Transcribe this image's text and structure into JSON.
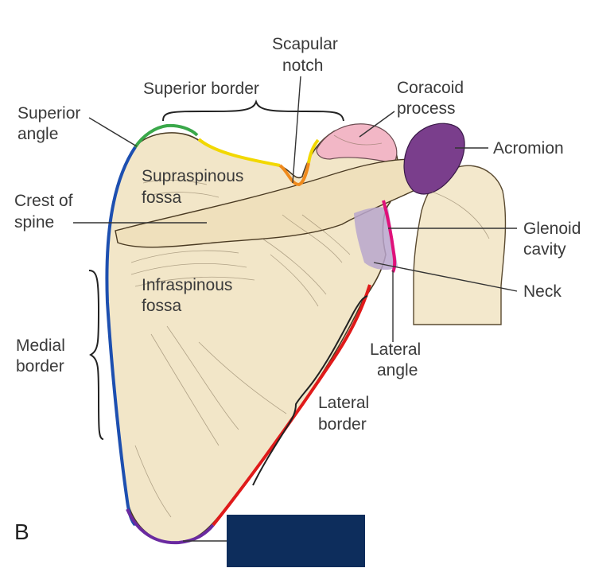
{
  "figure_letter": "B",
  "labels": {
    "superior_angle": [
      "Superior",
      "angle"
    ],
    "superior_border": "Superior border",
    "scapular_notch": [
      "Scapular",
      "notch"
    ],
    "coracoid_process": [
      "Coracoid",
      "process"
    ],
    "acromion": "Acromion",
    "supraspinous_fossa": [
      "Supraspinous",
      "fossa"
    ],
    "crest_of_spine": [
      "Crest of",
      "spine"
    ],
    "glenoid_cavity": [
      "Glenoid",
      "cavity"
    ],
    "neck": "Neck",
    "infraspinous_fossa": [
      "Infraspinous",
      "fossa"
    ],
    "medial_border": [
      "Medial",
      "border"
    ],
    "lateral_angle": [
      "Lateral",
      "angle"
    ],
    "lateral_border": [
      "Lateral",
      "border"
    ]
  },
  "colors": {
    "bone": "#f2e6c8",
    "bone_shadow": "#d9c9a2",
    "superior_angle_edge": "#3aa84a",
    "superior_border_edge": "#f2d800",
    "scapular_notch_edge": "#f08a1c",
    "coracoid": "#f2b7c6",
    "acromion": "#7a3e8c",
    "glenoid_edge": "#e0107a",
    "neck_region": "#b9a6cc",
    "medial_border_edge": "#1d4fb0",
    "lateral_border_edge": "#e01a1a",
    "inferior_angle_edge": "#6a2aa0",
    "cover_box": "#0d2d5c"
  }
}
